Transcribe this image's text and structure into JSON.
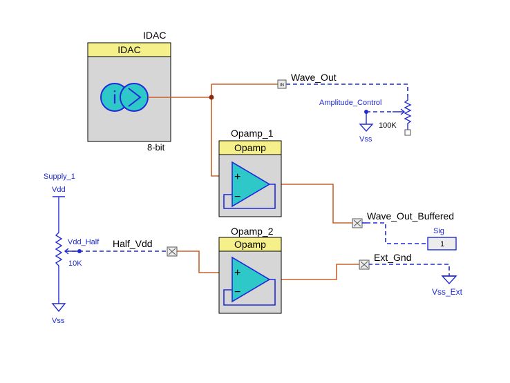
{
  "idac": {
    "instance_name": "IDAC",
    "header": "IDAC",
    "resolution": "8-bit",
    "symbol": "i"
  },
  "opamp1": {
    "instance_name": "Opamp_1",
    "header": "Opamp",
    "plus": "+",
    "minus": "−"
  },
  "opamp2": {
    "instance_name": "Opamp_2",
    "header": "Opamp",
    "plus": "+",
    "minus": "−"
  },
  "nets": {
    "wave_out": "Wave_Out",
    "wave_out_buffered": "Wave_Out_Buffered",
    "half_vdd": "Half_Vdd",
    "ext_gnd": "Ext_Gnd"
  },
  "pins": {
    "wave_out_pin_text": "IN"
  },
  "components": {
    "amplitude_control": {
      "name": "Amplitude_Control",
      "value": "100K",
      "ground": "Vss"
    },
    "supply": {
      "name": "Supply_1",
      "vdd": "Vdd",
      "tap": "Vdd_Half",
      "value": "10K",
      "ground": "Vss"
    },
    "sig": {
      "name": "Sig",
      "value": "1"
    },
    "vss_ext": {
      "name": "Vss_Ext"
    }
  },
  "colors": {
    "wire_analog": "#c8602a",
    "wire_digital": "#1f2ad6",
    "block_header": "#f6f08a",
    "block_body": "#d6d6d6",
    "opamp_fill": "#2ec8c8",
    "terminal_fill": "#ececec"
  }
}
